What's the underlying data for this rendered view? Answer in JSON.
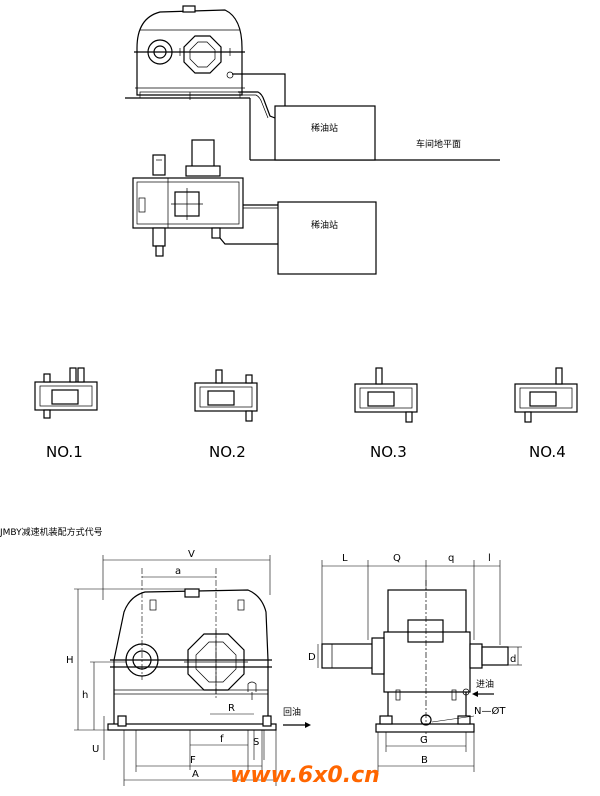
{
  "installation": {
    "oil_station_top": "稀油站",
    "floor_label": "车间地平面",
    "oil_station_bottom": "稀油站"
  },
  "assembly": {
    "title": "JMBY减速机装配方式代号",
    "codes": [
      "NO.1",
      "NO.2",
      "NO.3",
      "NO.4"
    ]
  },
  "front_view": {
    "dims": {
      "V": "V",
      "a": "a",
      "H": "H",
      "h": "h",
      "U": "U",
      "R": "R",
      "f": "f",
      "S": "S",
      "F": "F",
      "A": "A"
    },
    "oil_return": "回油"
  },
  "side_view": {
    "dims": {
      "L": "L",
      "Q": "Q",
      "q": "q",
      "l": "l",
      "D": "D",
      "d": "d",
      "G": "G",
      "B": "B",
      "N": "N—ØT"
    },
    "oil_in": "进油"
  },
  "watermark": "www.6x0.cn"
}
